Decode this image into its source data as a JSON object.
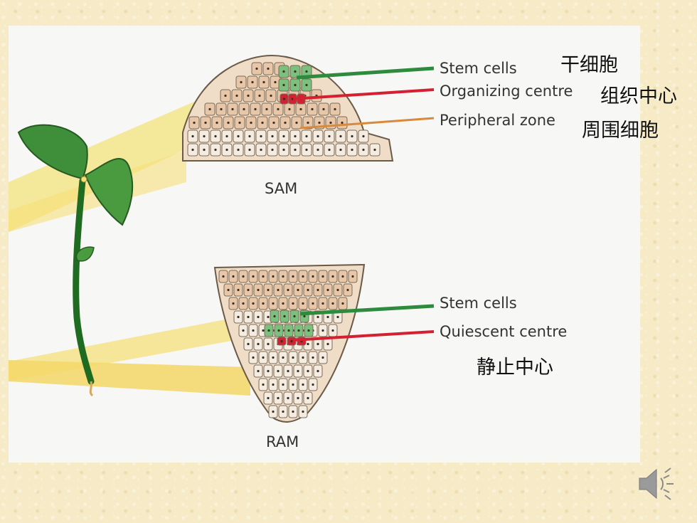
{
  "sam": {
    "caption": "SAM",
    "labels": {
      "stem_cells": "Stem cells",
      "organizing_centre": "Organizing centre",
      "peripheral_zone": "Peripheral zone"
    },
    "zh": {
      "stem_cells": "干细胞",
      "organizing_centre": "组织中心",
      "peripheral_zone": "周围细胞"
    }
  },
  "ram": {
    "caption": "RAM",
    "labels": {
      "stem_cells": "Stem cells",
      "quiescent_centre": "Quiescent centre"
    },
    "zh": {
      "quiescent_centre": "静止中心"
    }
  },
  "colors": {
    "stem_cells": "#2e8b3e",
    "organizing_centre": "#d42030",
    "peripheral_zone": "#d88a3c",
    "cell_tissue": "#e8c7a8",
    "cell_pale": "#f4ece0",
    "highlight_beam": "#f2e07a",
    "leaf": "#3f8f3a"
  },
  "icons": {
    "audio": "speaker-icon"
  }
}
